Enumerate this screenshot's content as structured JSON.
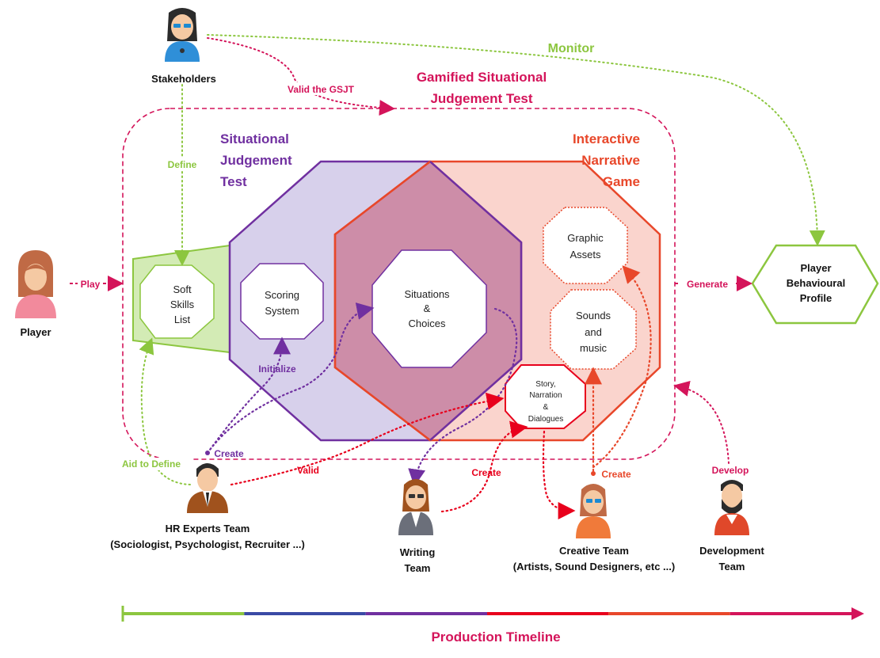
{
  "colors": {
    "green": "#8cc63f",
    "purple": "#7030a0",
    "red_orange": "#e8472a",
    "magenta": "#d4145a",
    "red": "#e8001c",
    "blue": "#3a4aa5"
  },
  "regions": {
    "gsjt_title_line1": "Gamified Situational",
    "gsjt_title_line2": "Judgement Test",
    "sjt_line1": "Situational",
    "sjt_line2": "Judgement",
    "sjt_line3": "Test",
    "ing_line1": "Interactive",
    "ing_line2": "Narrative",
    "ing_line3": "Game"
  },
  "nodes": {
    "soft_skills": [
      "Soft",
      "Skills",
      "List"
    ],
    "scoring": [
      "Scoring",
      "System"
    ],
    "situations": [
      "Situations",
      "&",
      "Choices"
    ],
    "graphic": [
      "Graphic",
      "Assets"
    ],
    "sounds": [
      "Sounds",
      "and",
      "music"
    ],
    "story": [
      "Story,",
      "Narration",
      "&",
      "Dialogues"
    ],
    "profile": [
      "Player",
      "Behavioural",
      "Profile"
    ]
  },
  "actors": {
    "stakeholders": "Stakeholders",
    "player": "Player",
    "hr_line1": "HR Experts Team",
    "hr_line2": "(Sociologist, Psychologist, Recruiter ...)",
    "writing_line1": "Writing",
    "writing_line2": "Team",
    "creative_line1": "Creative Team",
    "creative_line2": "(Artists, Sound Designers, etc ...)",
    "dev_line1": "Development",
    "dev_line2": "Team"
  },
  "edges": {
    "monitor": "Monitor",
    "valid_gsjt": "Valid the GSJT",
    "define": "Define",
    "play": "Play",
    "generate": "Generate",
    "initialize": "Initialize",
    "create_hr": "Create",
    "aid_define": "Aid to Define",
    "valid": "Valid",
    "create_writing": "Create",
    "create_creative": "Create",
    "develop": "Develop"
  },
  "timeline": {
    "label": "Production Timeline",
    "segment_colors": [
      "#8cc63f",
      "#3a4aa5",
      "#7030a0",
      "#e8001c",
      "#e8472a",
      "#d4145a"
    ]
  },
  "icons": [
    "stakeholder-icon",
    "player-icon",
    "hr-expert-icon",
    "writer-icon",
    "creative-icon",
    "developer-icon"
  ]
}
